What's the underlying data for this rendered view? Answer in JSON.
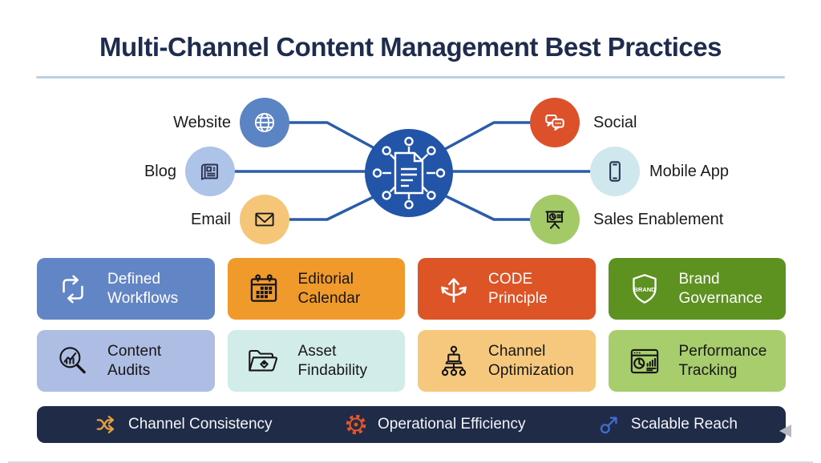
{
  "title": "Multi-Channel Content Management Best Practices",
  "hub": {
    "icon": "content-hub-icon",
    "color": "#2254a8",
    "line_color": "#2b5caa"
  },
  "channels": [
    {
      "label": "Website",
      "icon": "globe-icon",
      "color": "#5b84c5"
    },
    {
      "label": "Blog",
      "icon": "newspaper-icon",
      "color": "#aec3e8"
    },
    {
      "label": "Email",
      "icon": "envelope-icon",
      "color": "#f5c678"
    },
    {
      "label": "Social",
      "icon": "chat-bubbles-icon",
      "color": "#dd512a"
    },
    {
      "label": "Mobile App",
      "icon": "smartphone-icon",
      "color": "#cfe8ee"
    },
    {
      "label": "Sales Enablement",
      "icon": "presentation-icon",
      "color": "#a3ca66"
    }
  ],
  "cards": [
    {
      "line1": "Defined",
      "line2": "Workflows",
      "icon": "cycle-arrows-icon",
      "bg": "#6286c5",
      "fg": "#ffffff"
    },
    {
      "line1": "Editorial",
      "line2": "Calendar",
      "icon": "calendar-icon",
      "bg": "#f09a2c",
      "fg": "#161616"
    },
    {
      "line1": "CODE",
      "line2": "Principle",
      "icon": "branching-arrows-icon",
      "bg": "#dd5527",
      "fg": "#ffffff"
    },
    {
      "line1": "Brand",
      "line2": "Governance",
      "icon": "brand-shield-icon",
      "bg": "#5d9221",
      "fg": "#ffffff",
      "badge": "BRAND"
    },
    {
      "line1": "Content",
      "line2": "Audits",
      "icon": "magnifier-chart-icon",
      "bg": "#aebde3",
      "fg": "#161616"
    },
    {
      "line1": "Asset",
      "line2": "Findability",
      "icon": "folder-tag-icon",
      "bg": "#d2ecea",
      "fg": "#161616"
    },
    {
      "line1": "Channel",
      "line2": "Optimization",
      "icon": "sitemap-icon",
      "bg": "#f6c87e",
      "fg": "#161616"
    },
    {
      "line1": "Performance",
      "line2": "Tracking",
      "icon": "browser-analytics-icon",
      "bg": "#a7cd6c",
      "fg": "#161616"
    }
  ],
  "footer": {
    "bg": "#1f2b47",
    "items": [
      {
        "label": "Channel Consistency",
        "icon": "shuffle-icon",
        "color": "#e8a33d"
      },
      {
        "label": "Operational Efficiency",
        "icon": "gear-icon",
        "color": "#e2562a"
      },
      {
        "label": "Scalable Reach",
        "icon": "arrow-up-right-circle-icon",
        "color": "#3f6fd6"
      }
    ]
  }
}
